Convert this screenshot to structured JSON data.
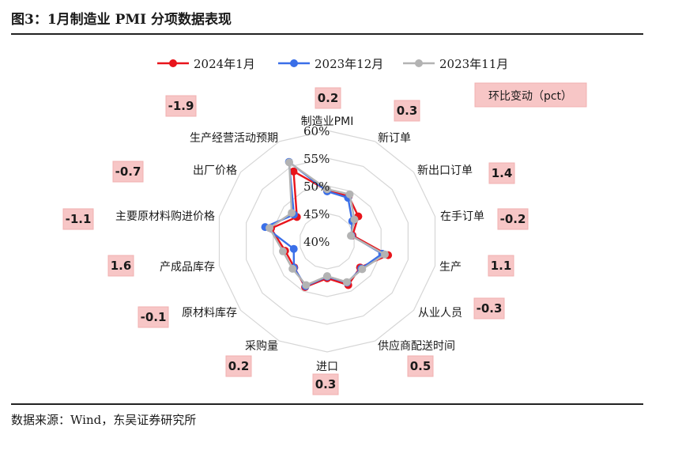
{
  "header": {
    "title": "图3：1月制造业 PMI 分项数据表现"
  },
  "footer": {
    "source": "数据来源：Wind，东吴证券研究所"
  },
  "chart_data": {
    "type": "radar",
    "categories": [
      "制造业PMI",
      "新订单",
      "新出口订单",
      "在手订单",
      "生产",
      "从业人员",
      "供应商配送时间",
      "进口",
      "采购量",
      "原材料库存",
      "产成品库存",
      "主要原材料购进价格",
      "出厂价格",
      "生产经营活动预期"
    ],
    "series": [
      {
        "name": "2024年1月",
        "color": "#e8141b",
        "values": [
          49.2,
          49.0,
          47.2,
          44.7,
          51.3,
          47.6,
          48.8,
          46.7,
          49.2,
          47.6,
          47.8,
          50.4,
          47.0,
          54.0
        ]
      },
      {
        "name": "2023年12月",
        "color": "#3a6fe8",
        "values": [
          49.0,
          48.7,
          45.8,
          44.5,
          50.2,
          47.9,
          48.3,
          46.4,
          49.0,
          47.7,
          46.2,
          51.5,
          47.7,
          55.9
        ]
      },
      {
        "name": "2023年11月",
        "color": "#b3b3b3",
        "values": [
          49.4,
          49.4,
          46.3,
          44.4,
          50.7,
          48.1,
          48.2,
          46.3,
          48.8,
          48.0,
          48.2,
          50.7,
          48.2,
          55.8
        ]
      }
    ],
    "rlim": [
      40,
      60
    ],
    "rticks": [
      "40%",
      "45%",
      "50%",
      "55%",
      "60%"
    ],
    "grid": true,
    "legend_position": "top-center",
    "annotation_title": "环比变动（pct）",
    "changes": [
      "0.2",
      "0.3",
      "1.4",
      "-0.2",
      "1.1",
      "-0.3",
      "0.5",
      "0.3",
      "0.2",
      "-0.1",
      "1.6",
      "-1.1",
      "-0.7",
      "-1.9"
    ]
  }
}
